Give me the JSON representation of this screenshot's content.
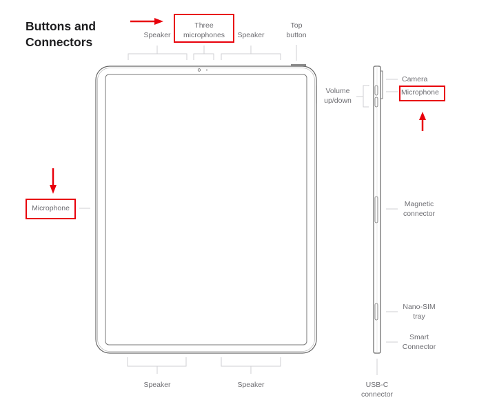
{
  "title": {
    "line1": "Buttons and",
    "line2": "Connectors"
  },
  "front_view": {
    "top_labels": [
      {
        "id": "speaker-top-left",
        "text": "Speaker"
      },
      {
        "id": "three-microphones",
        "line1": "Three",
        "line2": "microphones",
        "highlighted": true
      },
      {
        "id": "speaker-top-right",
        "text": "Speaker"
      },
      {
        "id": "top-button",
        "line1": "Top",
        "line2": "button"
      }
    ],
    "left_labels": [
      {
        "id": "microphone-left",
        "text": "Microphone",
        "highlighted": true
      }
    ],
    "bottom_labels": [
      {
        "id": "speaker-bottom-left",
        "text": "Speaker"
      },
      {
        "id": "speaker-bottom-right",
        "text": "Speaker"
      }
    ],
    "volume_label": {
      "line1": "Volume",
      "line2": "up/down"
    }
  },
  "side_view": {
    "labels": [
      {
        "id": "camera",
        "text": "Camera"
      },
      {
        "id": "microphone-right",
        "text": "Microphone",
        "highlighted": true
      },
      {
        "id": "magnetic-connector",
        "line1": "Magnetic",
        "line2": "connector"
      },
      {
        "id": "nano-sim-tray",
        "line1": "Nano-SIM",
        "line2": "tray"
      },
      {
        "id": "smart-connector",
        "line1": "Smart",
        "line2": "Connector"
      },
      {
        "id": "usb-c-connector",
        "line1": "USB-C",
        "line2": "connector"
      }
    ]
  },
  "annotations": {
    "highlight_color": "#e8000b",
    "arrows": [
      {
        "id": "arrow-right-to-three-microphones",
        "direction": "right"
      },
      {
        "id": "arrow-down-to-microphone-left",
        "direction": "down"
      },
      {
        "id": "arrow-up-to-microphone-right",
        "direction": "up"
      }
    ]
  },
  "colors": {
    "line": "#c7c7cc",
    "outline": "#555555",
    "text": "#6e6e73",
    "title": "#1d1d1f"
  }
}
